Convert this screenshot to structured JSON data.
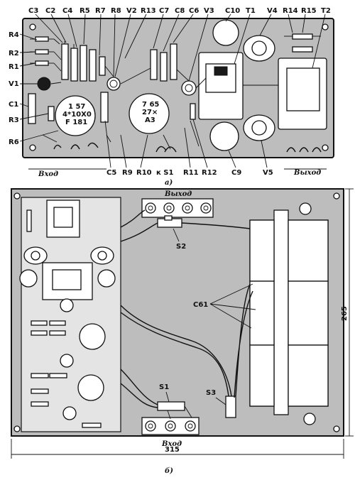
{
  "figure_a": {
    "top_labels": [
      "C3",
      "C2",
      "C4",
      "R5",
      "R7",
      "R8",
      "V2",
      "R13",
      "C7",
      "C8",
      "C6",
      "V3",
      "C10",
      "T1",
      "V4",
      "R14",
      "R15",
      "T2"
    ],
    "left_labels": [
      "R4",
      "R2",
      "R1",
      "V1",
      "C1",
      "R3",
      "R6"
    ],
    "bottom_labels": [
      "C5",
      "R9",
      "R10",
      "R11",
      "R12",
      "C9",
      "V5"
    ],
    "tube1_text": [
      "1 57",
      "4*10X0",
      "F 181"
    ],
    "tube2_text": [
      "7 65",
      "27×",
      "A3"
    ],
    "input_label": "Вход",
    "output_label": "Выход",
    "k_label": "к S1",
    "caption": "а)"
  },
  "figure_b": {
    "output_label": "Выход",
    "input_label": "Вход",
    "labels": [
      "S2",
      "C61",
      "S1",
      "S3"
    ],
    "width_dim": "315",
    "height_dim": "265",
    "caption": "б)"
  }
}
